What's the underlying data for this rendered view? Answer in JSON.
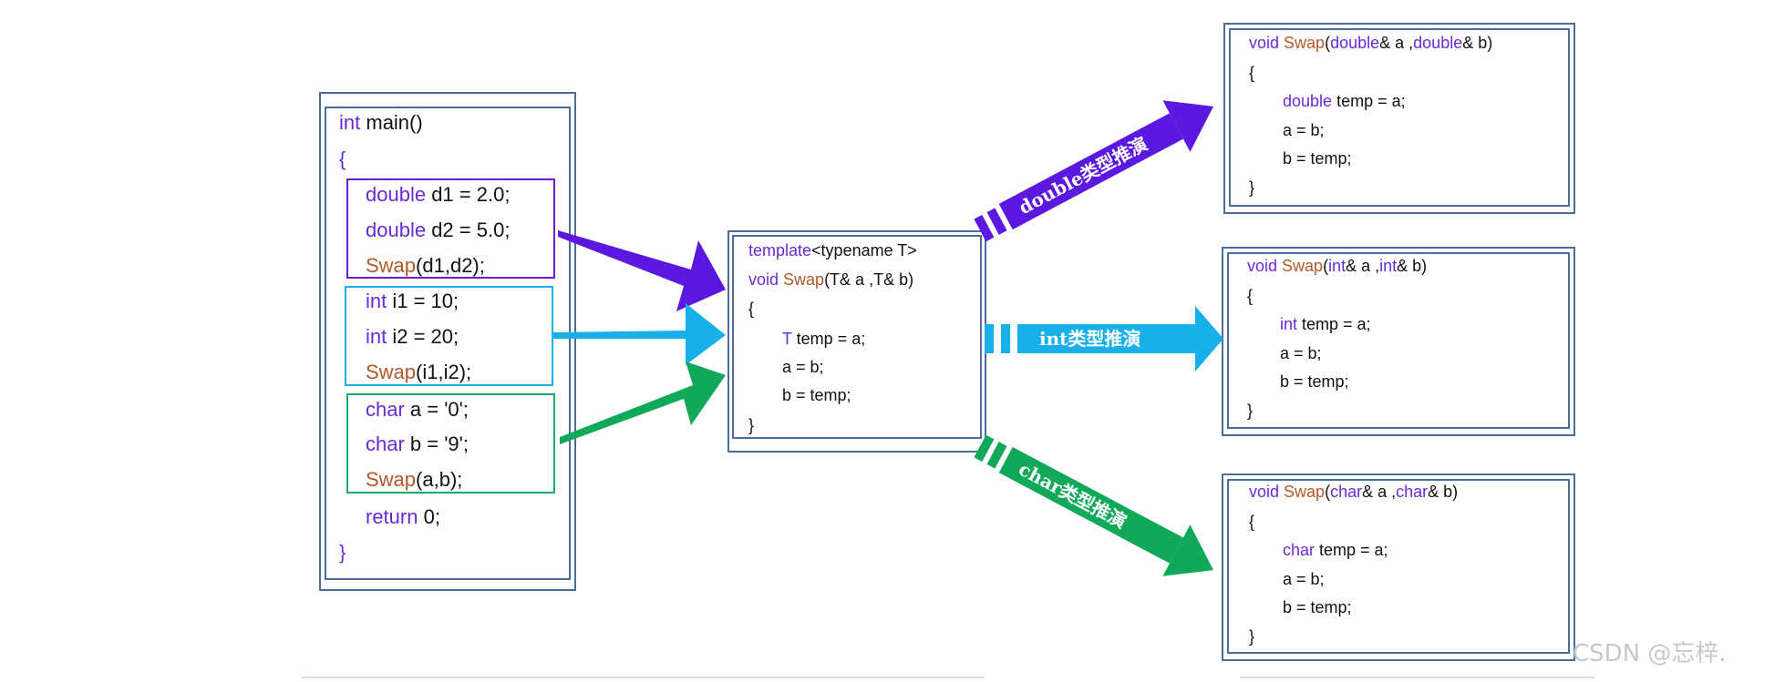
{
  "main_block": {
    "lines": [
      {
        "kw": "int",
        "rest": " main()"
      },
      {
        "plain": "{"
      },
      {
        "kw": "double",
        "rest": " d1 = 2.0;"
      },
      {
        "kw": "double",
        "rest": " d2 = 5.0;"
      },
      {
        "fn": "Swap",
        "rest": "(d1,d2);"
      },
      {
        "kw": "int",
        "rest": " i1 = 10;"
      },
      {
        "kw": "int",
        "rest": " i2 = 20;"
      },
      {
        "fn": "Swap",
        "rest": "(i1,i2);"
      },
      {
        "kw": "char",
        "rest": " a = '0';"
      },
      {
        "kw": "char",
        "rest": " b = '9';"
      },
      {
        "fn": "Swap",
        "rest": "(a,b);"
      },
      {
        "kw": "return",
        "rest": " 0;"
      },
      {
        "plain": "}"
      }
    ]
  },
  "template_block": {
    "line1_kw": "template",
    "line1_rest": "<typename T>",
    "line2_kw": "void",
    "line2_fn": " Swap",
    "line2_rest": "(T& a ,T& b)",
    "line3": "{",
    "line4_kw": "T",
    "line4_rest": " temp = a;",
    "line5": "a = b;",
    "line6": "b = temp;",
    "line7": "}"
  },
  "double_block": {
    "sig_kw": "void",
    "sig_fn": " Swap",
    "sig_p1": "(",
    "sig_t1": "double",
    "sig_p2": "& a ,",
    "sig_t2": "double",
    "sig_p3": "& b)",
    "open": "{",
    "decl_kw": "double",
    "decl_rest": " temp = a;",
    "l2": "a = b;",
    "l3": "b = temp;",
    "close": "}"
  },
  "int_block": {
    "sig_kw": "void",
    "sig_fn": " Swap",
    "sig_p1": "(",
    "sig_t1": "int",
    "sig_p2": "& a ,",
    "sig_t2": "int",
    "sig_p3": "& b)",
    "open": "{",
    "decl_kw": "int",
    "decl_rest": " temp = a;",
    "l2": "a = b;",
    "l3": "b = temp;",
    "close": "}"
  },
  "char_block": {
    "sig_kw": "void",
    "sig_fn": " Swap",
    "sig_p1": "(",
    "sig_t1": "char",
    "sig_p2": "& a ,",
    "sig_t2": "char",
    "sig_p3": "& b)",
    "open": "{",
    "decl_kw": "char",
    "decl_rest": " temp = a;",
    "l2": "a = b;",
    "l3": "b = temp;",
    "close": "}"
  },
  "deduction_labels": {
    "double": "double类型推演",
    "int": "int类型推演",
    "char": "char类型推演"
  },
  "colors": {
    "border": "#4a6e9a",
    "double_group": "#6a1fd6",
    "int_group": "#19b2e8",
    "char_group": "#1aa86a",
    "double_arrow": "#5a18e0",
    "int_arrow": "#18b0ea",
    "char_arrow": "#12a85a"
  },
  "watermark": "CSDN @忘梓."
}
